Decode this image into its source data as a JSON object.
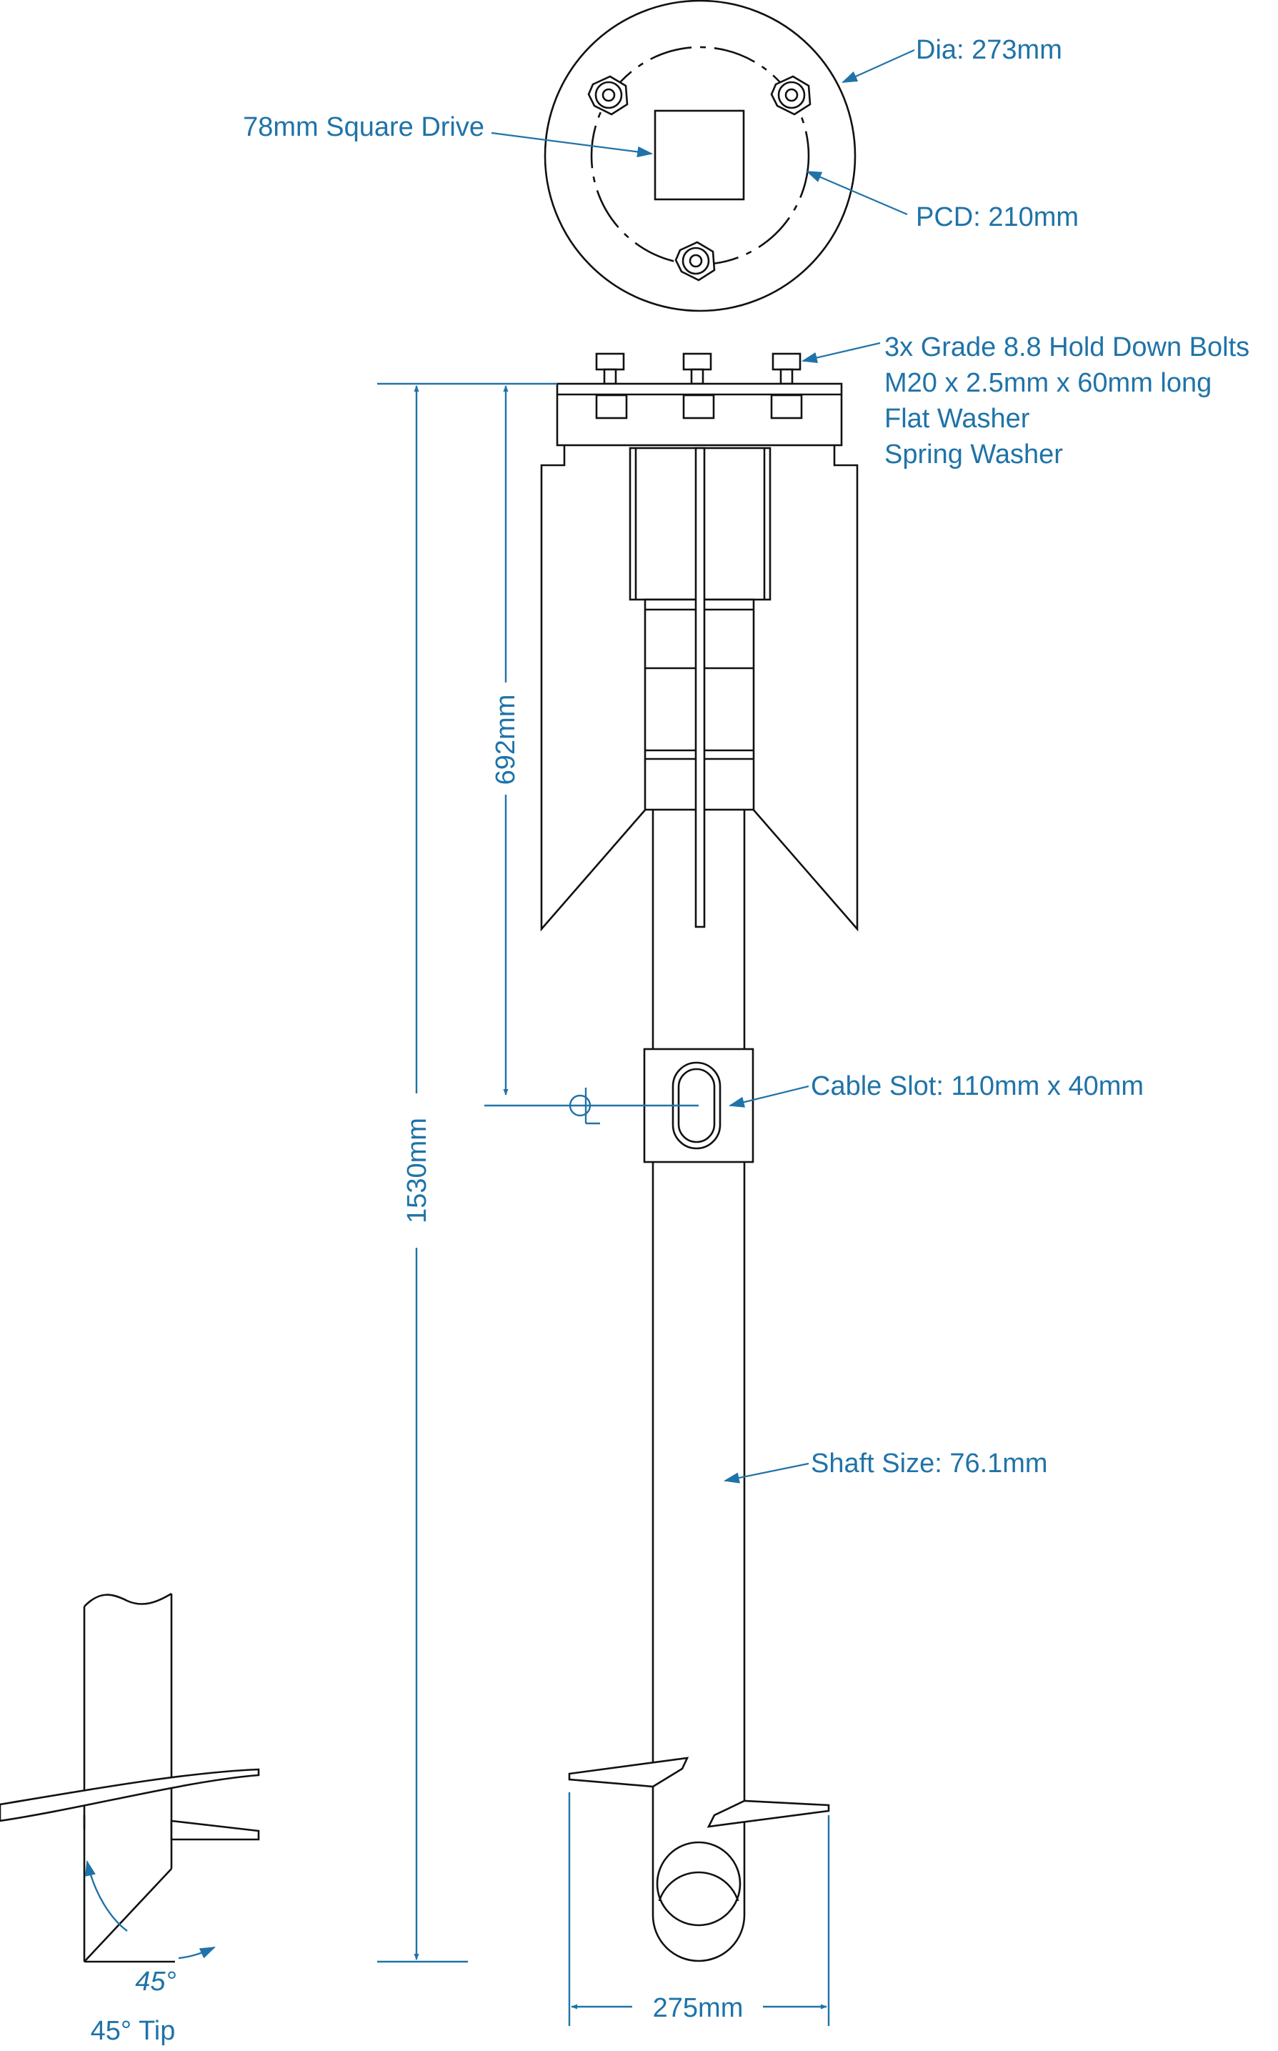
{
  "colors": {
    "annotation": "#1f73a8",
    "linework": "#111111",
    "background": "#ffffff"
  },
  "top_view": {
    "diameter_label": "Dia: 273mm",
    "pcd_label": "PCD: 210mm",
    "square_drive_label": "78mm Square Drive"
  },
  "side_view": {
    "bolts_label": [
      "3x Grade 8.8 Hold Down Bolts",
      "M20 x 2.5mm x 60mm long",
      "Flat Washer",
      "Spring Washer"
    ],
    "dim_692": "692mm",
    "dim_1530": "1530mm",
    "cable_slot_label": "Cable Slot: 110mm x 40mm",
    "shaft_label": "Shaft Size: 76.1mm",
    "dim_275": "275mm"
  },
  "tip_view": {
    "angle_label": "45°",
    "tip_caption": "45° Tip"
  }
}
